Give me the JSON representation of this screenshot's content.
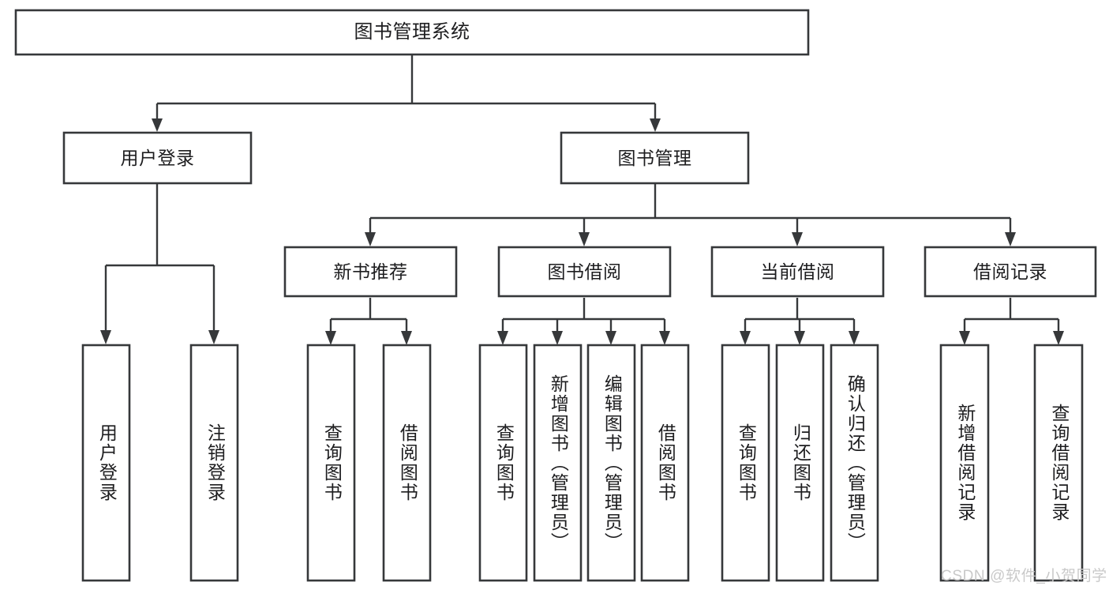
{
  "diagram": {
    "title": "图书管理系统",
    "type": "tree-hierarchy-diagram",
    "colors": {
      "stroke": "#36383a",
      "fill": "#ffffff",
      "text": "#1d1d1f",
      "watermark": "#c9c9c9"
    },
    "root": {
      "label": "图书管理系统"
    },
    "level1": [
      {
        "label": "用户登录"
      },
      {
        "label": "图书管理"
      }
    ],
    "level2": [
      {
        "label": "新书推荐"
      },
      {
        "label": "图书借阅"
      },
      {
        "label": "当前借阅"
      },
      {
        "label": "借阅记录"
      }
    ],
    "leaves": {
      "user_login": [
        {
          "label": "用户登录"
        },
        {
          "label": "注销登录"
        }
      ],
      "new_book_recommend": [
        {
          "label": "查询图书"
        },
        {
          "label": "借阅图书"
        }
      ],
      "book_borrow": [
        {
          "label": "查询图书"
        },
        {
          "label": "新增图书（管理员）"
        },
        {
          "label": "编辑图书（管理员）"
        },
        {
          "label": "借阅图书"
        }
      ],
      "current_borrow": [
        {
          "label": "查询图书"
        },
        {
          "label": "归还图书"
        },
        {
          "label": "确认归还（管理员）"
        }
      ],
      "borrow_record": [
        {
          "label": "新增借阅记录"
        },
        {
          "label": "查询借阅记录"
        }
      ]
    },
    "watermark": "CSDN @软件_小贺同学"
  }
}
